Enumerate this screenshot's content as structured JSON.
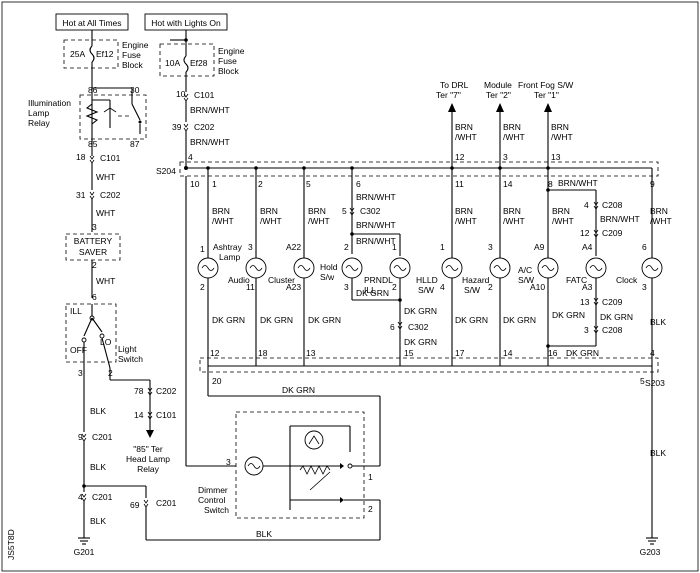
{
  "power": {
    "hot_all_times": "Hot at All Times",
    "hot_lights_on": "Hot with Lights On"
  },
  "fuses": [
    {
      "amp": "25A",
      "id": "Ef12",
      "label1": "Engine",
      "label2": "Fuse",
      "label3": "Block"
    },
    {
      "amp": "10A",
      "id": "Ef28",
      "label1": "Engine",
      "label2": "Fuse",
      "label3": "Block"
    }
  ],
  "relay": {
    "label1": "Illumination",
    "label2": "Lamp",
    "label3": "Relay",
    "pin86": "86",
    "pin30": "30",
    "pin85": "85",
    "pin87": "87"
  },
  "connectors": {
    "c101": "C101",
    "c202": "C202",
    "c201": "C201",
    "c302": "C302",
    "c208": "C208",
    "c209": "C209",
    "right_c101_pin": "10",
    "right_c202_pin": "39",
    "left_c101_pin": "18",
    "left_c202_pin": "31",
    "s204_pin": "4",
    "c202_78": "78",
    "c101_14": "14",
    "c201_9": "9",
    "c201_4": "4",
    "c201_69": "69",
    "c302_5": "5",
    "c302_6": "6",
    "c208_4": "4",
    "c209_12": "12",
    "c209_13": "13",
    "c208_3": "3"
  },
  "wires": {
    "brn_wht": "BRN/WHT",
    "wht": "WHT",
    "blk": "BLK",
    "dk_grn": "DK GRN",
    "brn": "BRN",
    "wht_slash": "/WHT"
  },
  "battery_saver": {
    "label1": "BATTERY",
    "label2": "SAVER",
    "pin_in": "3",
    "pin_out": "2"
  },
  "light_switch": {
    "ill": "ILL",
    "off": "OFF",
    "lo": "LO",
    "label1": "Light",
    "label2": "Switch",
    "pin_in": "6",
    "pin3": "3",
    "pin2": "2"
  },
  "headlamp": {
    "label1": "\"85\" Ter",
    "label2": "Head Lamp",
    "label3": "Relay"
  },
  "grounds": {
    "g201": "G201",
    "g203": "G203"
  },
  "splices": {
    "s204": "S204",
    "s203": "S203"
  },
  "splice_pins_top": [
    "10",
    "1",
    "2",
    "5",
    "6",
    "11",
    "14",
    "8",
    "9"
  ],
  "splice_pins_bottom": [
    "12",
    "18",
    "13",
    "15",
    "17",
    "14",
    "16",
    "4",
    "20",
    "5"
  ],
  "top_pins": [
    "12",
    "3",
    "13"
  ],
  "taps": {
    "drl1": "To DRL",
    "drl2": "Ter \"7\"",
    "mod1": "Module",
    "mod2": "Ter \"2\"",
    "fog1": "Front Fog S/W",
    "fog2": "Ter \"1\""
  },
  "lamps": [
    {
      "label1": "Ashtray",
      "label2": "Lamp",
      "pin_top": "1",
      "pin_bot": "2"
    },
    {
      "label1": "Audio",
      "pin_top": "3",
      "pin_bot": "11"
    },
    {
      "label1": "Cluster",
      "pin_top": "A22",
      "pin_bot": "A23"
    },
    {
      "label1": "Hold",
      "label2": "S/w",
      "pin_top": "2",
      "pin_bot": "3"
    },
    {
      "label1": "PRNDL",
      "label2": "ILL",
      "pin_top": "1",
      "pin_bot": "2"
    },
    {
      "label1": "HLLD",
      "label2": "S/W",
      "pin_top": "1",
      "pin_bot": "4"
    },
    {
      "label1": "Hazard",
      "label2": "S/W",
      "pin_top": "3",
      "pin_bot": "2"
    },
    {
      "label1": "A/C",
      "label2": "S/W",
      "pin_top": "A9",
      "pin_bot": "A10"
    },
    {
      "label1": "FATC",
      "pin_top": "A4",
      "pin_bot": "A3"
    },
    {
      "label1": "Clock",
      "pin_top": "6",
      "pin_bot": "3"
    }
  ],
  "dimmer": {
    "label1": "Dimmer",
    "label2": "Control",
    "label3": "Switch",
    "pin1": "1",
    "pin2": "2",
    "pin3": "3"
  },
  "figure_code": "JS5T8D"
}
